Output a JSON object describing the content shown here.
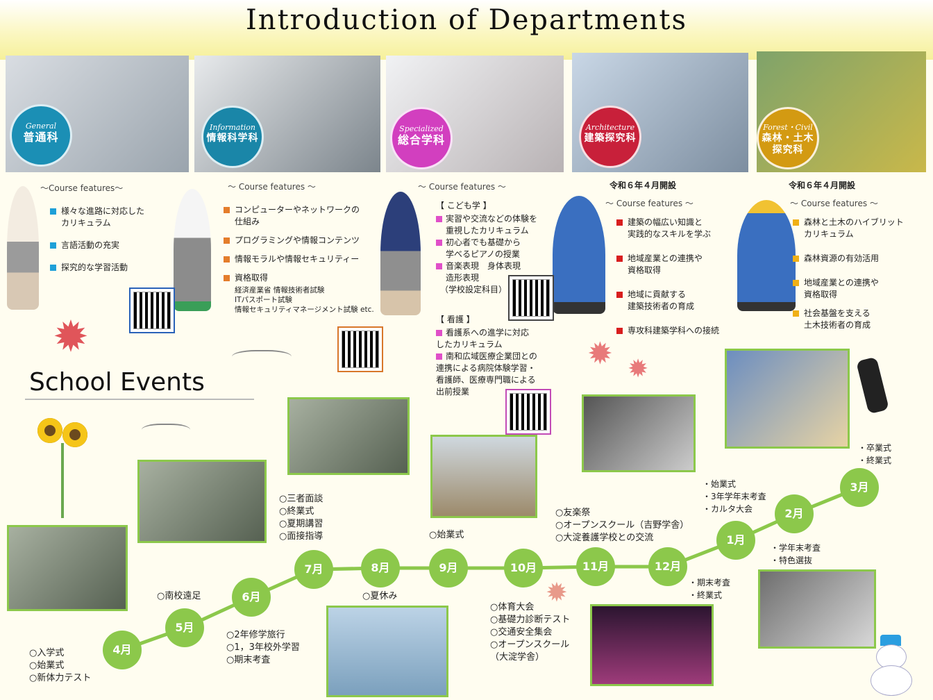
{
  "title": "Introduction of Departments",
  "departments": [
    {
      "en": "General",
      "ja": "普通科",
      "color": "#1b8fb5",
      "features_title": "～Course features～",
      "bullet_color": "#1ea0d8",
      "items": [
        "様々な進路に対応した\nカリキュラム",
        "言語活動の充実",
        "探究的な学習活動"
      ]
    },
    {
      "en": "Information",
      "ja": "情報科学科",
      "color": "#1a86a8",
      "features_title": "～ Course features ～",
      "bullet_color": "#e47d2b",
      "items": [
        "コンピューターやネットワークの\n仕組み",
        "プログラミングや情報コンテンツ",
        "情報モラルや情報セキュリティー",
        "資格取得"
      ],
      "extra": "経済産業省 情報技術者試験\nITパスポート試験\n情報セキュリティマネージメント試験 etc."
    },
    {
      "en": "Specialized",
      "ja": "総合学科",
      "color": "#d23fbf",
      "features_title": "～ Course features ～",
      "bullet_color": "#e04fc8",
      "sections": [
        {
          "heading": "【 こども学 】",
          "items": [
            "実習や交流などの体験を\n重視したカリキュラム",
            "初心者でも基礎から\n学べるピアノの授業",
            "音楽表現　身体表現\n造形表現"
          ],
          "note": "（学校設定科目）"
        },
        {
          "heading": "【 看護 】",
          "items": [
            "看護系への進学に対応\nしたカリキュラム",
            "南和広域医療企業団との\n連携による病院体験学習・\n看護師、医療専門職による\n出前授業"
          ]
        }
      ]
    },
    {
      "en": "Architecture",
      "ja": "建築探究科",
      "color": "#c8203a",
      "opening": "令和６年４月開設",
      "features_title": "～ Course features ～",
      "bullet_color": "#d81e1e",
      "items": [
        "建築の幅広い知識と\n実践的なスキルを学ぶ",
        "地域産業との連携や\n資格取得",
        "地域に貢献する\n建築技術者の育成",
        "専攻科建築学科への接続"
      ]
    },
    {
      "en": "Forest・Civil",
      "ja": "森林・土木\n探究科",
      "color": "#d39a12",
      "opening": "令和６年４月開設",
      "features_title": "～ Course features ～",
      "bullet_color": "#f0b016",
      "items": [
        "森林と土木のハイブリット\nカリキュラム",
        "森林資源の有効活用",
        "地域産業との連携や\n資格取得",
        "社会基盤を支える\n土木技術者の育成"
      ]
    }
  ],
  "events_title": "School Events",
  "months": [
    "4月",
    "5月",
    "6月",
    "7月",
    "8月",
    "9月",
    "10月",
    "11月",
    "12月",
    "1月",
    "2月",
    "3月"
  ],
  "events": {
    "apr": "○入学式\n○始業式\n○新体力テスト",
    "may": "○南校遠足",
    "jun": "○2年修学旅行\n○1，3年校外学習\n○期末考査",
    "jul": "○三者面談\n○終業式\n○夏期講習\n○面接指導",
    "aug": "○夏休み",
    "sep": "○始業式",
    "oct": "○体育大会\n○基礎力診断テスト\n○交通安全集会\n○オープンスクール\n（大淀学舎）",
    "nov": "○友楽祭\n○オープンスクール（吉野学舎）\n○大淀養護学校との交流",
    "dec": "・期末考査\n・終業式",
    "jan": "・始業式\n・3年学年末考査\n・カルタ大会",
    "feb": "・学年末考査\n・特色選抜",
    "mar": "・卒業式\n・終業式"
  },
  "icons": [
    "qr-code-icon",
    "maple-leaf-icon",
    "dragonfly-icon",
    "sunflower-icon",
    "snowman-icon",
    "diploma-icon"
  ]
}
